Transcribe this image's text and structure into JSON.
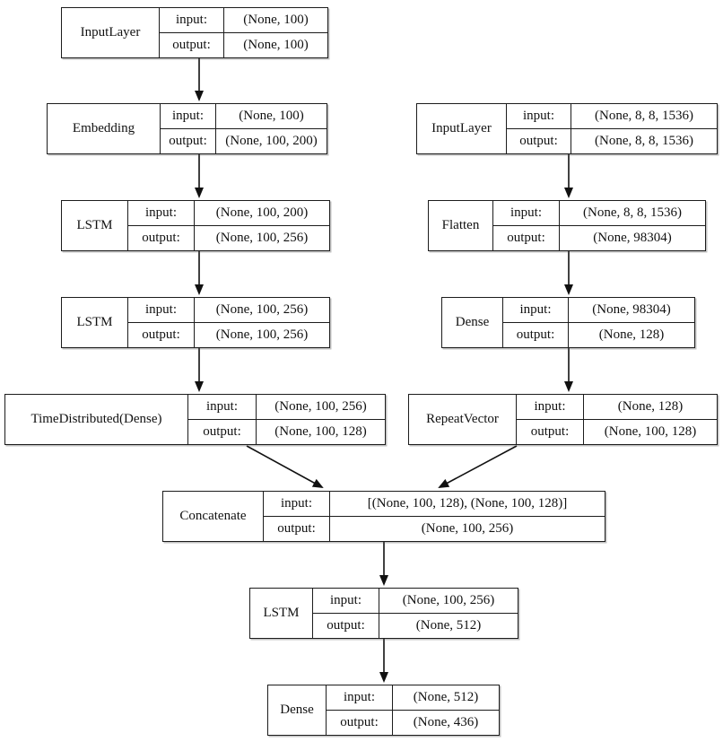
{
  "diagram": {
    "kind": "keras-model-architecture-plot",
    "colors": {
      "background": "#ffffff",
      "border": "#1c1c1c",
      "text": "#111111",
      "edge": "#111111"
    },
    "field_labels": {
      "input": "input:",
      "output": "output:"
    },
    "nodes": [
      {
        "id": "input_layer_text",
        "label": "InputLayer",
        "input": "(None, 100)",
        "output": "(None, 100)"
      },
      {
        "id": "embedding",
        "label": "Embedding",
        "input": "(None, 100)",
        "output": "(None, 100, 200)"
      },
      {
        "id": "lstm_1",
        "label": "LSTM",
        "input": "(None, 100, 200)",
        "output": "(None, 100, 256)"
      },
      {
        "id": "lstm_2",
        "label": "LSTM",
        "input": "(None, 100, 256)",
        "output": "(None, 100, 256)"
      },
      {
        "id": "time_distributed_dense",
        "label": "TimeDistributed(Dense)",
        "input": "(None, 100, 256)",
        "output": "(None, 100, 128)"
      },
      {
        "id": "input_layer_image",
        "label": "InputLayer",
        "input": "(None, 8, 8, 1536)",
        "output": "(None, 8, 8, 1536)"
      },
      {
        "id": "flatten",
        "label": "Flatten",
        "input": "(None, 8, 8, 1536)",
        "output": "(None, 98304)"
      },
      {
        "id": "dense_image",
        "label": "Dense",
        "input": "(None, 98304)",
        "output": "(None, 128)"
      },
      {
        "id": "repeat_vector",
        "label": "RepeatVector",
        "input": "(None, 128)",
        "output": "(None, 100, 128)"
      },
      {
        "id": "concatenate",
        "label": "Concatenate",
        "input": "[(None, 100, 128), (None, 100, 128)]",
        "output": "(None, 100, 256)"
      },
      {
        "id": "lstm_3",
        "label": "LSTM",
        "input": "(None, 100, 256)",
        "output": "(None, 512)"
      },
      {
        "id": "dense_output",
        "label": "Dense",
        "input": "(None, 512)",
        "output": "(None, 436)"
      }
    ],
    "edges": [
      {
        "from": "input_layer_text",
        "to": "embedding"
      },
      {
        "from": "embedding",
        "to": "lstm_1"
      },
      {
        "from": "lstm_1",
        "to": "lstm_2"
      },
      {
        "from": "lstm_2",
        "to": "time_distributed_dense"
      },
      {
        "from": "input_layer_image",
        "to": "flatten"
      },
      {
        "from": "flatten",
        "to": "dense_image"
      },
      {
        "from": "dense_image",
        "to": "repeat_vector"
      },
      {
        "from": "time_distributed_dense",
        "to": "concatenate"
      },
      {
        "from": "repeat_vector",
        "to": "concatenate"
      },
      {
        "from": "concatenate",
        "to": "lstm_3"
      },
      {
        "from": "lstm_3",
        "to": "dense_output"
      }
    ]
  }
}
